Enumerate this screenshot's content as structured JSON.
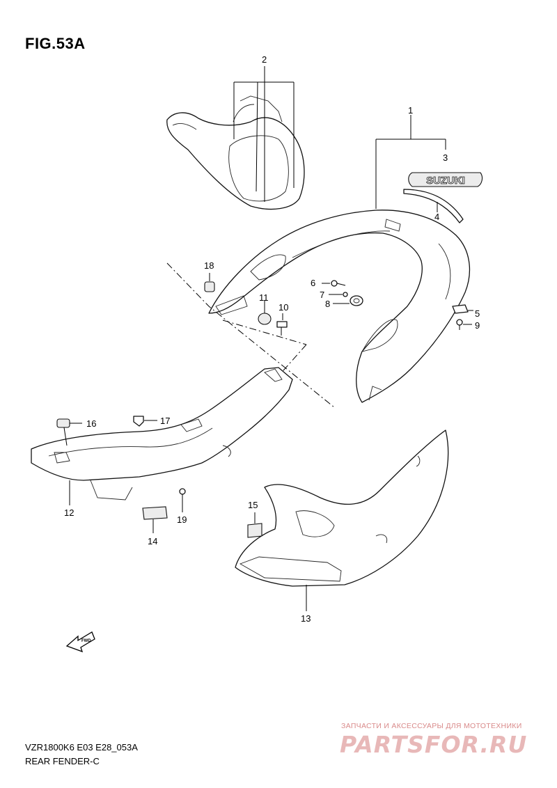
{
  "figure": {
    "title": "FIG.53A",
    "model_code": "VZR1800K6 E03 E28_053A",
    "section_name": "REAR FENDER-C"
  },
  "callouts": [
    "1",
    "2",
    "3",
    "4",
    "5",
    "6",
    "7",
    "8",
    "9",
    "10",
    "11",
    "12",
    "13",
    "14",
    "15",
    "16",
    "17",
    "18",
    "19"
  ],
  "emblem_text": "SUZUKI",
  "fwd_label": "FWD",
  "watermark": {
    "tagline": "ЗАПЧАСТИ И АКСЕССУАРЫ ДЛЯ МОТОТЕХНИКИ",
    "brand": "PARTSFOR.RU"
  }
}
